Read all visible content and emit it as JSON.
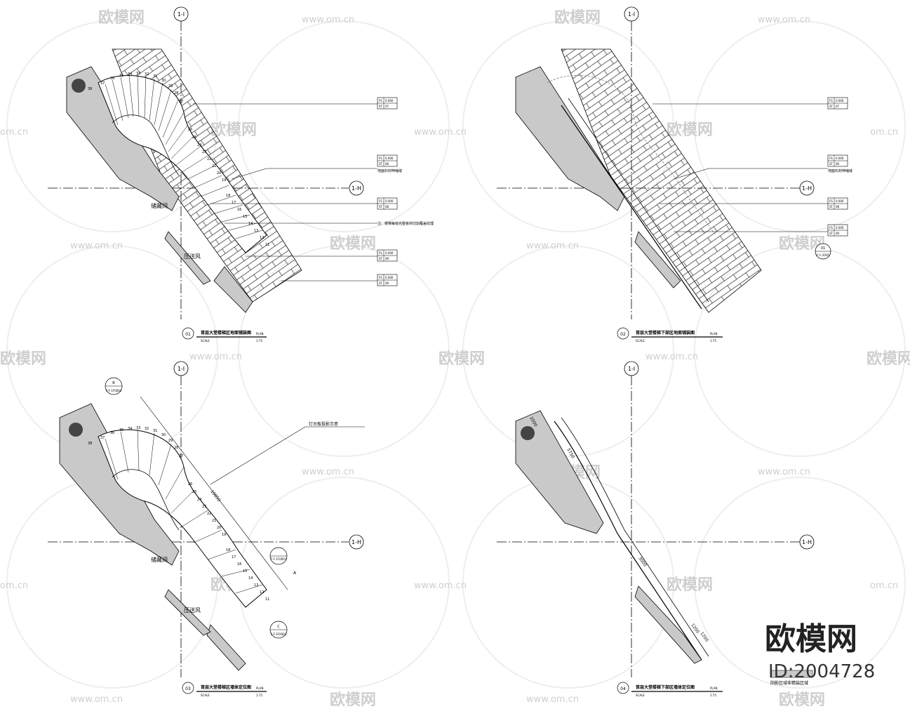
{
  "watermark": {
    "brand_cn": "欧模网",
    "url": "www.om.cn",
    "url_partial": "om.cn"
  },
  "brand_logo": {
    "text": "欧模网",
    "id_text": "ID:2004728"
  },
  "grid": {
    "col_label": "1-I",
    "row_label": "1-H"
  },
  "panels": [
    {
      "number": "01",
      "title": "首层大堂楼梯区地面铺装图",
      "plan_label": "PLAN",
      "scale_label": "SCALE",
      "scale_value": "1:75",
      "room_label": "储藏间",
      "room2_label": "压送风",
      "step_numbers": [
        "38",
        "37",
        "36",
        "35",
        "34",
        "33",
        "32",
        "31",
        "30",
        "29",
        "28",
        "27",
        "26",
        "25",
        "24",
        "23",
        "22",
        "21",
        "20",
        "19",
        "18",
        "17",
        "16",
        "15",
        "14",
        "13",
        "12",
        "11"
      ],
      "note": "注：楼梯每级完整板材切割覆盖纹理",
      "callout_note": "地面石材伸缩缝",
      "tags": [
        {
          "a": "FS",
          "b": "0.000",
          "c": "ST",
          "d": "07"
        },
        {
          "a": "FS",
          "b": "0.000",
          "c": "ST",
          "d": "06"
        },
        {
          "a": "FS",
          "b": "0.000",
          "c": "ST",
          "d": "08"
        },
        {
          "a": "FS",
          "b": "0.000",
          "c": "ST",
          "d": "09"
        },
        {
          "a": "FS",
          "b": "0.000",
          "c": "ST",
          "d": "09"
        }
      ]
    },
    {
      "number": "02",
      "title": "首层大堂楼梯下部区地面铺装图",
      "plan_label": "PLAN",
      "scale_label": "SCALE",
      "scale_value": "1:75",
      "callout_note": "地面石材伸缩缝",
      "section_ref": {
        "num": "01",
        "sheet": "F-C-2005"
      },
      "tags": [
        {
          "a": "FS",
          "b": "0.000",
          "c": "ST",
          "d": "07"
        },
        {
          "a": "FS",
          "b": "0.000",
          "c": "ST",
          "d": "06"
        },
        {
          "a": "FS",
          "b": "0.000",
          "c": "ST",
          "d": "08"
        },
        {
          "a": "FS",
          "b": "0.000",
          "c": "ST",
          "d": "09"
        }
      ]
    },
    {
      "number": "03",
      "title": "首层大堂楼梯区墙体定位图",
      "plan_label": "PLAN",
      "scale_label": "SCALE",
      "scale_value": "1:75",
      "room_label": "储藏间",
      "room2_label": "压送风",
      "projection_note": "灯台板投影示意",
      "dimension": "10850",
      "letter_a": "A",
      "refs": [
        {
          "letter": "B",
          "sheet": "F-F-1F0003"
        },
        {
          "letter": "",
          "sheet": "F-F-1F0003"
        },
        {
          "letter": "C",
          "sheet": "F-F-1F0003"
        }
      ]
    },
    {
      "number": "04",
      "title": "首层大堂楼梯下部区墙体定位图",
      "plan_label": "PLAN",
      "scale_label": "SCALE",
      "scale_value": "1:75",
      "dims": [
        "3000",
        "5750",
        "1200",
        "1200",
        "2000"
      ],
      "legend": "阴影区域非精装区域"
    }
  ]
}
